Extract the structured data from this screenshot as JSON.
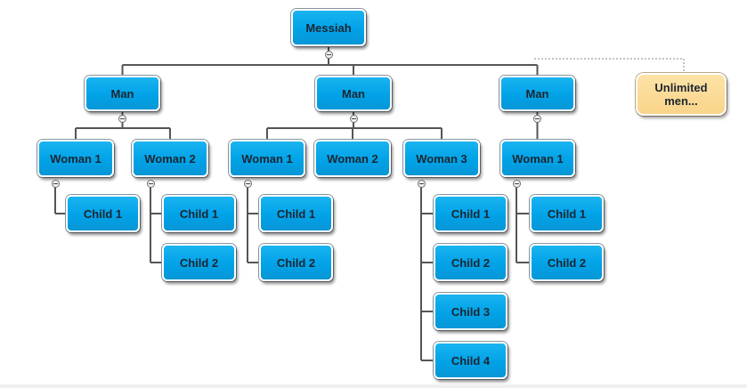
{
  "diagram": {
    "root": {
      "label": "Messiah"
    },
    "note": {
      "label_line1": "Unlimited",
      "label_line2": "men..."
    },
    "men": [
      {
        "label": "Man",
        "women": [
          {
            "label": "Woman 1",
            "children": [
              "Child 1"
            ]
          },
          {
            "label": "Woman 2",
            "children": [
              "Child 1",
              "Child 2"
            ]
          }
        ]
      },
      {
        "label": "Man",
        "women": [
          {
            "label": "Woman 1",
            "children": [
              "Child 1",
              "Child 2"
            ]
          },
          {
            "label": "Woman 2",
            "children": []
          },
          {
            "label": "Woman 3",
            "children": [
              "Child 1",
              "Child 2",
              "Child 3",
              "Child 4"
            ]
          }
        ]
      },
      {
        "label": "Man",
        "women": [
          {
            "label": "Woman 1",
            "children": [
              "Child 1",
              "Child 2"
            ]
          }
        ]
      }
    ]
  }
}
